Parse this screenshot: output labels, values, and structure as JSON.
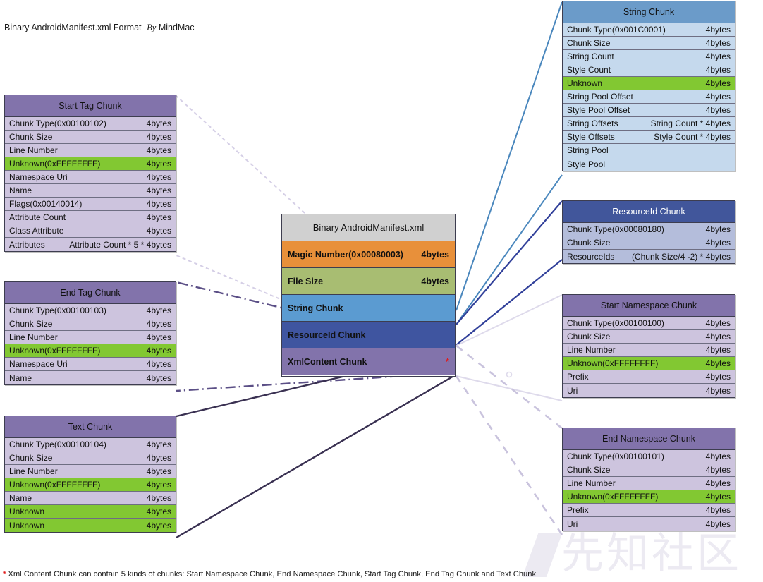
{
  "title": {
    "prefix": "Binary AndroidManifest.xml Format -",
    "by": "By",
    "author": " MindMac"
  },
  "footnote": {
    "star": "*",
    "text": "Xml Content Chunk can contain 5 kinds of chunks: Start Namespace Chunk, End Namespace Chunk, Start Tag Chunk, End Tag Chunk and Text Chunk"
  },
  "watermark": {
    "text": "先知社区"
  },
  "colors": {
    "purple_header": "#8273ab",
    "purple_row": "#cdc4de",
    "blue_header": "#6b9bc9",
    "blue_row": "#c5d9ed",
    "dkblue_header": "#41569b",
    "dkblue_row": "#b4bddb",
    "green_highlight": "#82c832",
    "orange": "#e8903a",
    "olive": "#a8bd72",
    "string_chunk": "#5b9bd1",
    "resourceid_chunk": "#3f55a0",
    "xmlcontent_chunk": "#8273ab",
    "grey_header": "#d0d0d0",
    "red_star": "#e01b1b"
  },
  "overview": {
    "title": "Binary AndroidManifest.xml",
    "rows": [
      {
        "label": "Magic Number(0x00080003)",
        "size": "4bytes",
        "star": ""
      },
      {
        "label": "File Size",
        "size": "4bytes",
        "star": ""
      },
      {
        "label": "String Chunk",
        "size": "",
        "star": ""
      },
      {
        "label": "ResourceId Chunk",
        "size": "",
        "star": ""
      },
      {
        "label": "XmlContent Chunk",
        "size": "",
        "star": "*"
      }
    ]
  },
  "tables": {
    "start_tag": {
      "title": "Start Tag Chunk",
      "rows": [
        {
          "label": "Chunk Type(0x00100102)",
          "size": "4bytes",
          "highlight": false
        },
        {
          "label": "Chunk Size",
          "size": "4bytes",
          "highlight": false
        },
        {
          "label": "Line Number",
          "size": "4bytes",
          "highlight": false
        },
        {
          "label": "Unknown(0xFFFFFFFF)",
          "size": "4bytes",
          "highlight": true
        },
        {
          "label": "Namespace Uri",
          "size": "4bytes",
          "highlight": false
        },
        {
          "label": "Name",
          "size": "4bytes",
          "highlight": false
        },
        {
          "label": "Flags(0x00140014)",
          "size": "4bytes",
          "highlight": false
        },
        {
          "label": "Attribute Count",
          "size": "4bytes",
          "highlight": false
        },
        {
          "label": "Class Attribute",
          "size": "4bytes",
          "highlight": false
        },
        {
          "label": "Attributes",
          "size": "Attribute Count * 5 * 4bytes",
          "highlight": false
        }
      ]
    },
    "end_tag": {
      "title": "End Tag Chunk",
      "rows": [
        {
          "label": "Chunk Type(0x00100103)",
          "size": "4bytes",
          "highlight": false
        },
        {
          "label": "Chunk Size",
          "size": "4bytes",
          "highlight": false
        },
        {
          "label": "Line Number",
          "size": "4bytes",
          "highlight": false
        },
        {
          "label": "Unknown(0xFFFFFFFF)",
          "size": "4bytes",
          "highlight": true
        },
        {
          "label": "Namespace Uri",
          "size": "4bytes",
          "highlight": false
        },
        {
          "label": "Name",
          "size": "4bytes",
          "highlight": false
        }
      ]
    },
    "text": {
      "title": "Text Chunk",
      "rows": [
        {
          "label": "Chunk Type(0x00100104)",
          "size": "4bytes",
          "highlight": false
        },
        {
          "label": "Chunk Size",
          "size": "4bytes",
          "highlight": false
        },
        {
          "label": "Line Number",
          "size": "4bytes",
          "highlight": false
        },
        {
          "label": "Unknown(0xFFFFFFFF)",
          "size": "4bytes",
          "highlight": true
        },
        {
          "label": "Name",
          "size": "4bytes",
          "highlight": false
        },
        {
          "label": "Unknown",
          "size": "4bytes",
          "highlight": true
        },
        {
          "label": "Unknown",
          "size": "4bytes",
          "highlight": true
        }
      ]
    },
    "string": {
      "title": "String Chunk",
      "rows": [
        {
          "label": "Chunk Type(0x001C0001)",
          "size": "4bytes",
          "highlight": false
        },
        {
          "label": "Chunk Size",
          "size": "4bytes",
          "highlight": false
        },
        {
          "label": "String Count",
          "size": "4bytes",
          "highlight": false
        },
        {
          "label": "Style Count",
          "size": "4bytes",
          "highlight": false
        },
        {
          "label": "Unknown",
          "size": "4bytes",
          "highlight": true
        },
        {
          "label": "String Pool Offset",
          "size": "4bytes",
          "highlight": false
        },
        {
          "label": "Style Pool Offset",
          "size": "4bytes",
          "highlight": false
        },
        {
          "label": "String Offsets",
          "size": "String Count * 4bytes",
          "highlight": false
        },
        {
          "label": "Style Offsets",
          "size": "Style Count * 4bytes",
          "highlight": false
        },
        {
          "label": "String Pool",
          "size": "",
          "highlight": false
        },
        {
          "label": "Style Pool",
          "size": "",
          "highlight": false
        }
      ]
    },
    "resourceid": {
      "title": "ResourceId Chunk",
      "rows": [
        {
          "label": "Chunk Type(0x00080180)",
          "size": "4bytes",
          "highlight": false
        },
        {
          "label": "Chunk Size",
          "size": "4bytes",
          "highlight": false
        },
        {
          "label": "ResourceIds",
          "size": "(Chunk Size/4 -2) * 4bytes",
          "highlight": false
        }
      ]
    },
    "start_namespace": {
      "title": "Start Namespace Chunk",
      "rows": [
        {
          "label": "Chunk Type(0x00100100)",
          "size": "4bytes",
          "highlight": false
        },
        {
          "label": "Chunk Size",
          "size": "4bytes",
          "highlight": false
        },
        {
          "label": "Line Number",
          "size": "4bytes",
          "highlight": false
        },
        {
          "label": "Unknown(0xFFFFFFFF)",
          "size": "4bytes",
          "highlight": true
        },
        {
          "label": "Prefix",
          "size": "4bytes",
          "highlight": false
        },
        {
          "label": "Uri",
          "size": "4bytes",
          "highlight": false
        }
      ]
    },
    "end_namespace": {
      "title": "End Namespace Chunk",
      "rows": [
        {
          "label": "Chunk Type(0x00100101)",
          "size": "4bytes",
          "highlight": false
        },
        {
          "label": "Chunk Size",
          "size": "4bytes",
          "highlight": false
        },
        {
          "label": "Line Number",
          "size": "4bytes",
          "highlight": false
        },
        {
          "label": "Unknown(0xFFFFFFFF)",
          "size": "4bytes",
          "highlight": true
        },
        {
          "label": "Prefix",
          "size": "4bytes",
          "highlight": false
        },
        {
          "label": "Uri",
          "size": "4bytes",
          "highlight": false
        }
      ]
    }
  }
}
